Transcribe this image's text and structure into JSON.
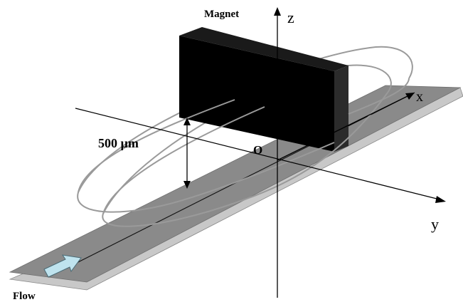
{
  "labels": {
    "magnet": "Magnet",
    "z_axis": "z",
    "x_axis": "x",
    "y_axis": "y",
    "origin": "O",
    "distance": "500 µm",
    "flow": "Flow"
  },
  "colors": {
    "magnet": "#000000",
    "channel_top": "#8a8a8a",
    "channel_side": "#c8c8c8",
    "field_lines": "#9a9a9a",
    "flow_arrow": "#bfe3ee",
    "axes": "#000000"
  },
  "icons": {
    "flow_arrow": "flow-arrow-icon"
  }
}
